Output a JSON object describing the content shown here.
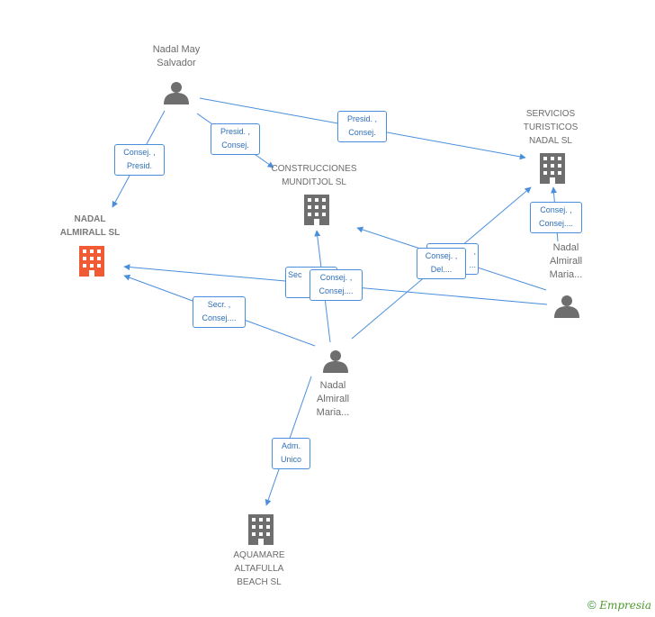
{
  "nodes": {
    "nadal_may": {
      "line1": "Nadal May",
      "line2": "Salvador"
    },
    "servicios": {
      "line1": "SERVICIOS",
      "line2": "TURISTICOS",
      "line3": "NADAL SL"
    },
    "construcciones": {
      "line1": "CONSTRUCCIONES",
      "line2": "MUNDITJOL SL"
    },
    "nadal_almirall_sl": {
      "line1": "NADAL",
      "line2": "ALMIRALL SL"
    },
    "nadal_almirall_right": {
      "line1": "Nadal",
      "line2": "Almirall",
      "line3": "Maria..."
    },
    "nadal_almirall_center": {
      "line1": "Nadal",
      "line2": "Almirall",
      "line3": "Maria..."
    },
    "aquamare": {
      "line1": "AQUAMARE",
      "line2": "ALTAFULLA",
      "line3": "BEACH SL"
    }
  },
  "relations": {
    "r1": {
      "line1": "Consej. ,",
      "line2": "Presid."
    },
    "r2": {
      "line1": "Presid. ,",
      "line2": "Consej."
    },
    "r3": {
      "line1": "Presid. ,",
      "line2": "Consej."
    },
    "r4": {
      "line1": "Consej. ,",
      "line2": "Consej...."
    },
    "r5": {
      "line1": "Consej. ,",
      "line2": "Del...."
    },
    "r5b": {
      "line1": ",",
      "line2": "..."
    },
    "r6": {
      "line1": "Secr. ,",
      "line2": "Consej...."
    },
    "r7back": {
      "line1": "",
      "line2": "Sec"
    },
    "r7": {
      "line1": "Consej. ,",
      "line2": "Consej...."
    },
    "r8": {
      "line1": "Adm.",
      "line2": "Unico"
    }
  },
  "colors": {
    "edge": "#4a8fdc",
    "person": "#6e6e6e",
    "company": "#6e6e6e",
    "focus": "#f05a35"
  },
  "footer": {
    "copyright": "©",
    "brand": "Empresia"
  }
}
